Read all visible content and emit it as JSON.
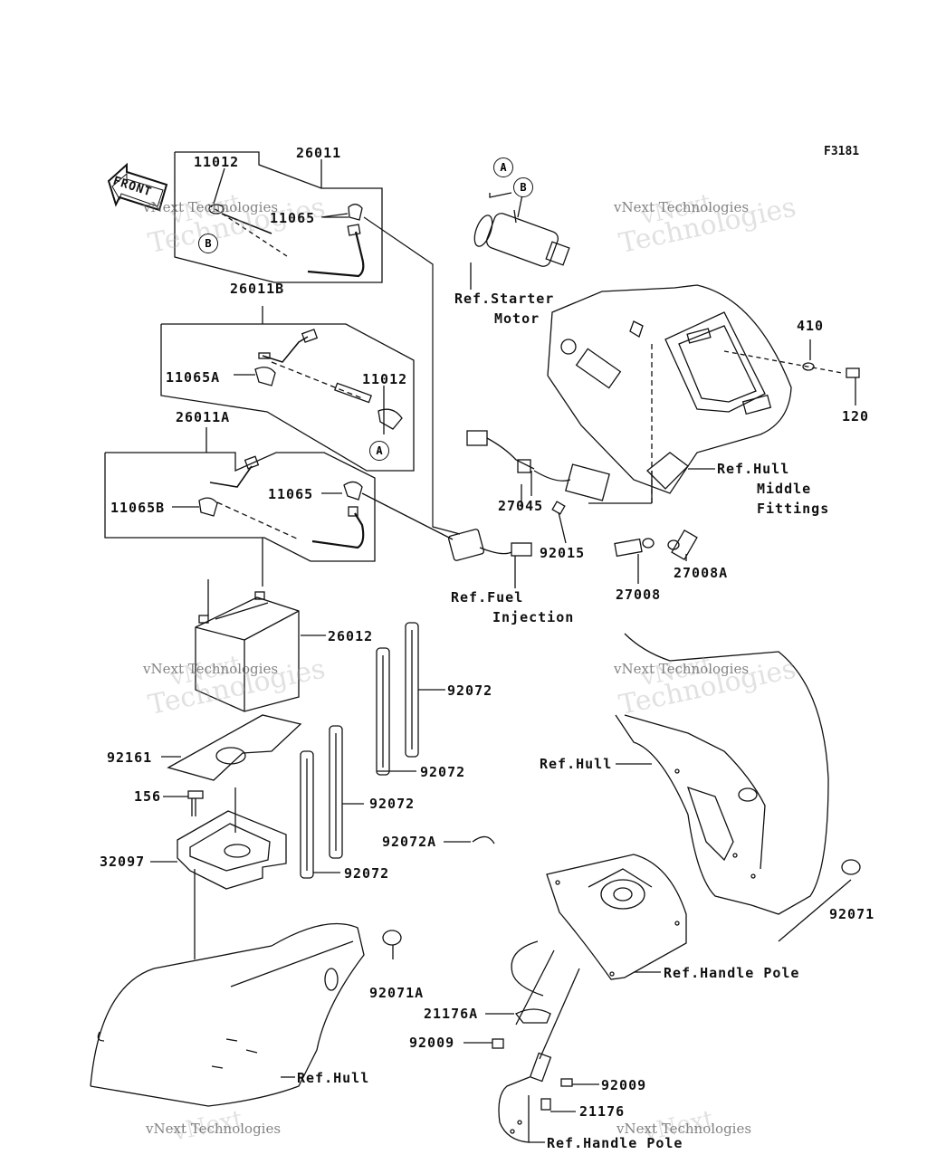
{
  "figure_code": "F3181",
  "front_label": "FRONT",
  "watermark": {
    "line1": "vNext",
    "line2": "vNext Technologies",
    "line3": "Technologies"
  },
  "callouts": {
    "a": "A",
    "b": "B"
  },
  "parts": {
    "p11012_top": "11012",
    "p26011": "26011",
    "p11065_top": "11065",
    "p26011B": "26011B",
    "p11065A": "11065A",
    "p11012_mid": "11012",
    "p26011A": "26011A",
    "p11065_mid": "11065",
    "p11065B": "11065B",
    "p26012": "26012",
    "p92072_a": "92072",
    "p92072_b": "92072",
    "p92072_c": "92072",
    "p92072_d": "92072",
    "p92072A": "92072A",
    "p92161": "92161",
    "p156": "156",
    "p32097": "32097",
    "p92071A": "92071A",
    "p410": "410",
    "p120": "120",
    "p27045": "27045",
    "p92015": "92015",
    "p27008": "27008",
    "p27008A": "27008A",
    "p92071": "92071",
    "p21176A": "21176A",
    "p92009_a": "92009",
    "p92009_b": "92009",
    "p21176": "21176"
  },
  "refs": {
    "starter_motor_1": "Ref.Starter",
    "starter_motor_2": "Motor",
    "hull_middle_1": "Ref.Hull",
    "hull_middle_2": "Middle",
    "hull_middle_3": "Fittings",
    "fuel_injection_1": "Ref.Fuel",
    "fuel_injection_2": "Injection",
    "hull_right": "Ref.Hull",
    "handle_pole_1": "Ref.Handle Pole",
    "hull_bottom": "Ref.Hull",
    "handle_pole_2": "Ref.Handle Pole"
  }
}
